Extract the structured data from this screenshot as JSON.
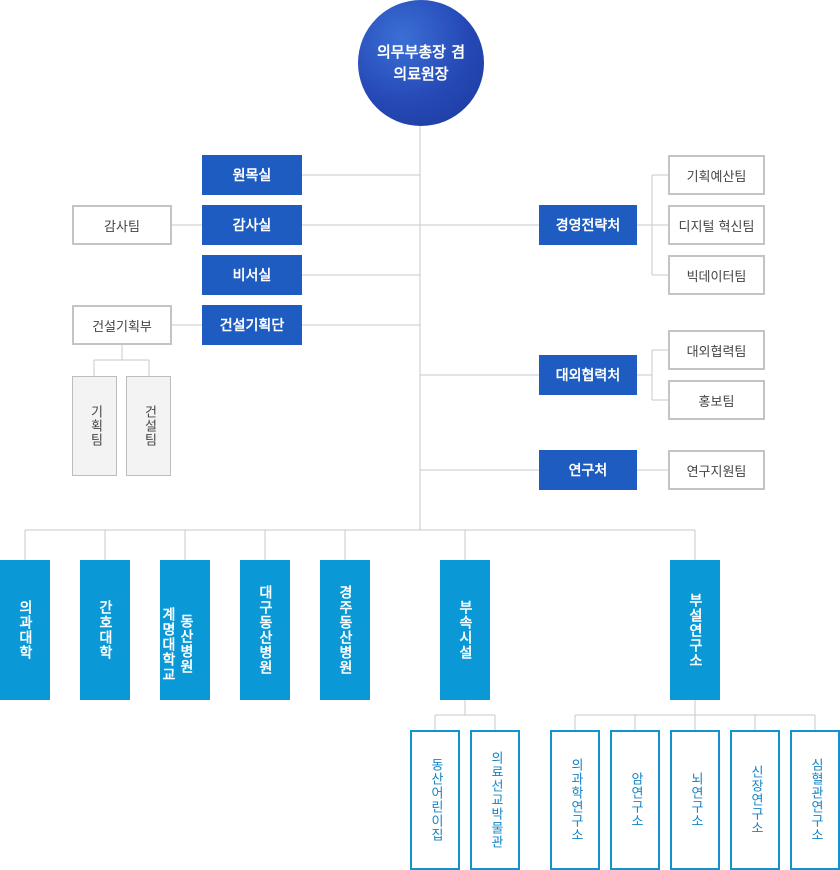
{
  "top": {
    "line1": "의무부총장 겸",
    "line2": "의료원장"
  },
  "left_offices": {
    "wonmok": "원목실",
    "gamsa": "감사실",
    "biseo": "비서실",
    "construction": "건설기획단"
  },
  "audit_team": "감사팀",
  "construction_dept": "건설기획부",
  "construction_teams": {
    "planning": "기획팀",
    "building": "건설팀"
  },
  "right_divisions": {
    "strategy": "경영전략처",
    "external": "대외협력처",
    "research": "연구처"
  },
  "strategy_teams": [
    "기획예산팀",
    "디지털 혁신팀",
    "빅데이터팀"
  ],
  "external_teams": [
    "대외협력팀",
    "홍보팀"
  ],
  "research_teams": [
    "연구지원팀"
  ],
  "bottom_units": {
    "medicine": "의과대학",
    "nursing": "간호대학",
    "dongsan_col1": "동산병원",
    "dongsan_col2": "계명대학교",
    "daegu": "대구동산병원",
    "gyeongju": "경주동산병원",
    "affiliated": "부속시설",
    "institutes": "부설연구소"
  },
  "affiliated_subs": [
    "동산어린이집",
    "의료선교박물관"
  ],
  "institute_subs": [
    "의과학연구소",
    "암연구소",
    "뇌연구소",
    "신장연구소",
    "심혈관연구소"
  ],
  "colors": {
    "navy": "#1f5cc1",
    "cyan": "#0a99d6",
    "line": "#c8c8c8",
    "sub_border": "#1491cf"
  }
}
